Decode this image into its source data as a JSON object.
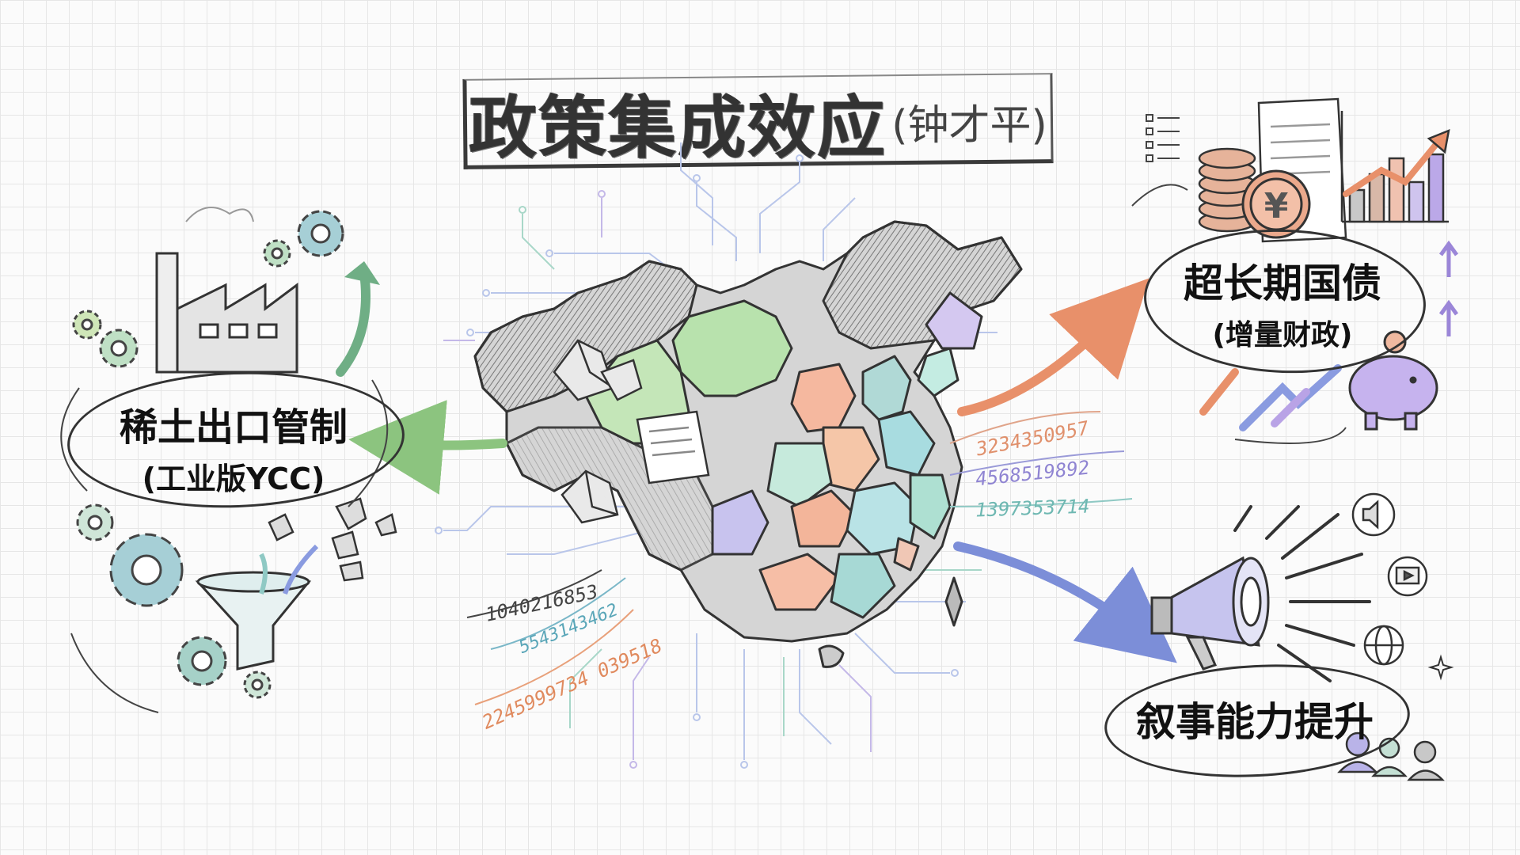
{
  "title": {
    "main": "政策集成效应",
    "sub": "(钟才平)"
  },
  "left_node": {
    "line1": "稀土出口管制",
    "line2": "(工业版YCC)"
  },
  "top_right_node": {
    "line1": "超长期国债",
    "line2": "(增量财政)"
  },
  "bottom_right_node": {
    "line1": "叙事能力提升"
  },
  "number_streams": {
    "right": [
      "3234350957",
      "4568519892",
      "1397353714"
    ],
    "left": [
      "1040216853",
      "5543143462",
      "2245999734 039518"
    ]
  },
  "icons": {
    "left": [
      "factory-icon",
      "gear-icon",
      "funnel-icon",
      "ore-chunks-icon",
      "growth-arrow-icon"
    ],
    "top_right": [
      "coin-stack-icon",
      "yuan-coin-icon",
      "document-icon",
      "bar-chart-icon",
      "piggy-bank-icon",
      "up-arrow-icon"
    ],
    "bottom_right": [
      "megaphone-icon",
      "speaker-icon",
      "tv-icon",
      "globe-icon",
      "people-icon"
    ],
    "center": [
      "china-map-icon",
      "circuit-lines-icon",
      "crystal-icon",
      "document-icon"
    ]
  },
  "colors": {
    "ink": "#333333",
    "green": "#a6d89b",
    "orange": "#f0a080",
    "blue": "#8a9be0",
    "purple": "#b9a3e6",
    "teal": "#7fc0c0"
  }
}
